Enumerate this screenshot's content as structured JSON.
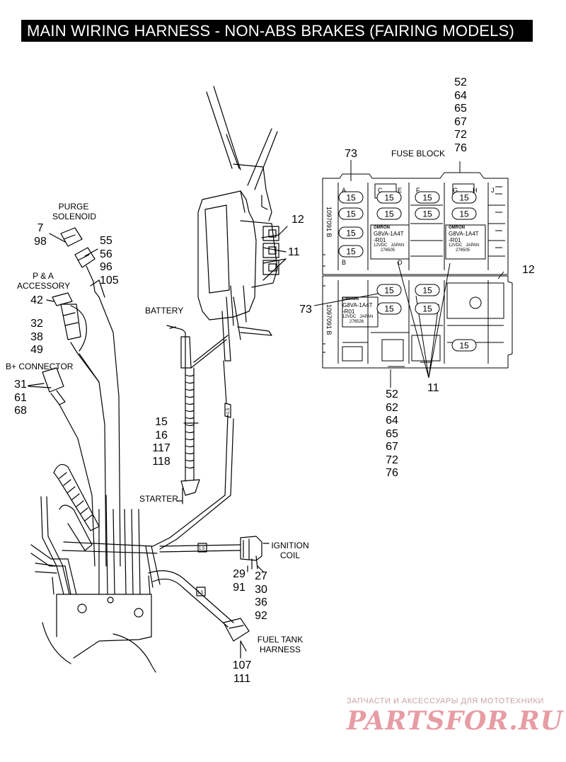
{
  "title": "MAIN WIRING HARNESS - NON-ABS BRAKES (FAIRING MODELS)",
  "labels": {
    "purge_solenoid": [
      "PURGE",
      "SOLENOID"
    ],
    "pa_accessory": [
      "P & A",
      "ACCESSORY"
    ],
    "b_plus_connector": "B+ CONNECTOR",
    "battery": "BATTERY",
    "starter": "STARTER",
    "ignition_coil": [
      "IGNITION",
      "COIL"
    ],
    "fuel_tank_harness": [
      "FUEL TANK",
      "HARNESS"
    ],
    "fuse_block": "FUSE BLOCK"
  },
  "callouts": {
    "purge_left": [
      "7",
      "98"
    ],
    "purge_right": [
      "55",
      "56",
      "96",
      "105"
    ],
    "pa_42": "42",
    "pa_list": [
      "32",
      "38",
      "49"
    ],
    "bplus_list": [
      "31",
      "61",
      "68"
    ],
    "battery_starter": [
      "15",
      "16",
      "117",
      "118"
    ],
    "frame_12": "12",
    "frame_11": "11",
    "ign_left": [
      "29",
      "91"
    ],
    "ign_right": [
      "27",
      "30",
      "36",
      "92"
    ],
    "fuel_tank": [
      "107",
      "111"
    ],
    "fuse_top": [
      "52",
      "64",
      "65",
      "67",
      "72",
      "76"
    ],
    "fuse_73_top": "73",
    "fuse_73_left": "73",
    "fuse_12": "12",
    "fuse_11": "11",
    "fuse_bottom": [
      "52",
      "62",
      "64",
      "65",
      "67",
      "72",
      "76"
    ]
  },
  "fuse_block": {
    "fuse_rating": "15",
    "relay_brand": "OMRON",
    "relay_model": [
      "G8VA-1A4T",
      "-R01"
    ],
    "relay_spec": "12VDC",
    "relay_origin": "JAPAN",
    "relay_part": "276505",
    "relay_part_lower": "276526",
    "column_letters": [
      "A",
      "B",
      "C",
      "D",
      "E",
      "F",
      "G",
      "H",
      "J"
    ],
    "side_code": "1097091 B"
  },
  "wire_gauge": "1.5",
  "watermark": {
    "caption": "ЗАПЧАСТИ И АКСЕССУАРЫ ДЛЯ МОТОТЕХНИКИ",
    "logo": "PARTSFOR.RU"
  }
}
